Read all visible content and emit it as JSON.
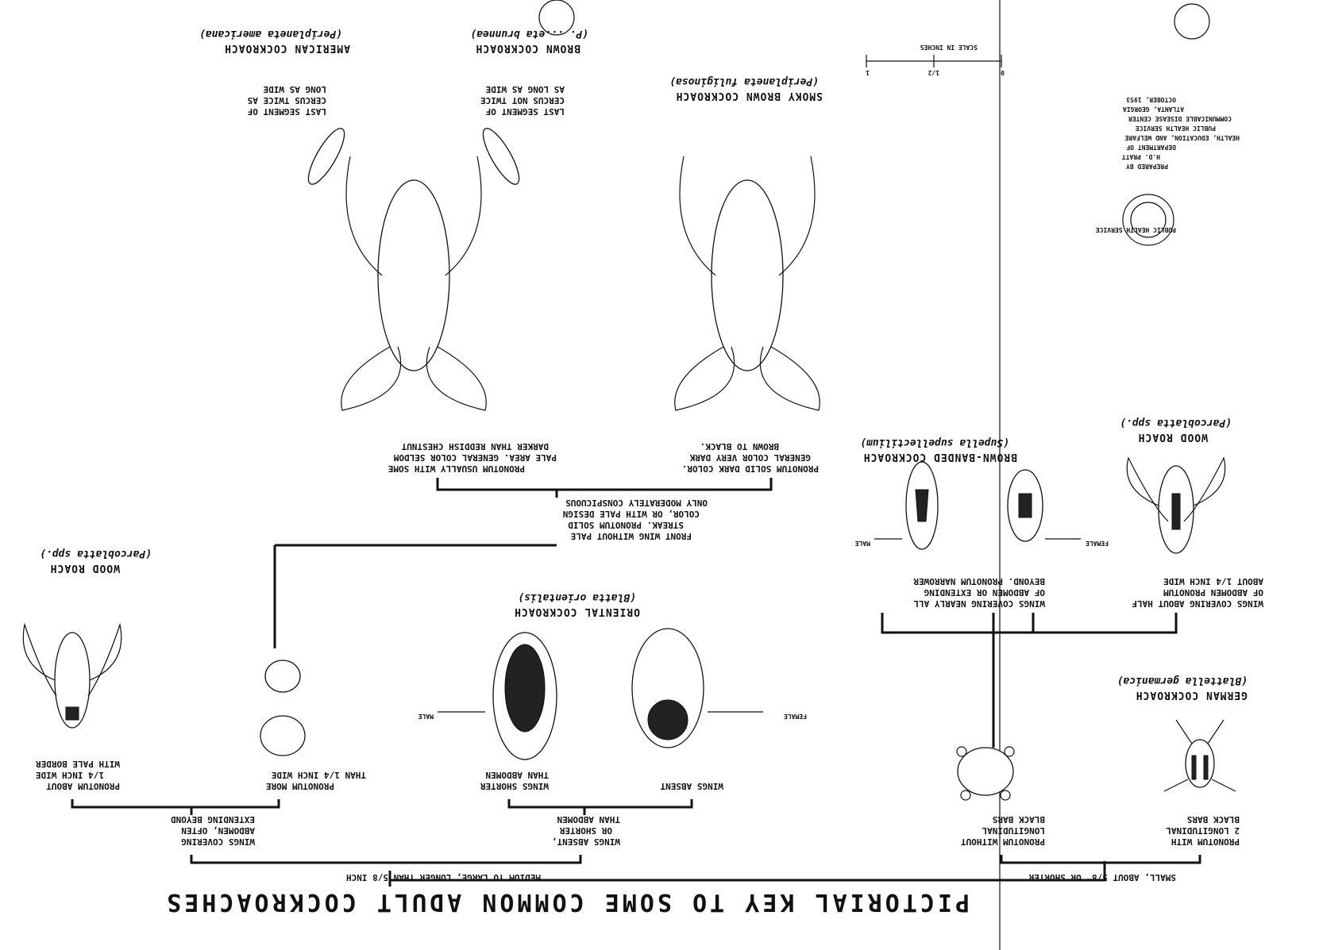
{
  "title": "PICTORIAL KEY TO SOME COMMON ADULT COCKROACHES",
  "prepared": [
    "PREPARED BY",
    "H.D. PRATT",
    "DEPARTMENT OF",
    "HEALTH, EDUCATION, AND WELFARE",
    "PUBLIC HEALTH SERVICE",
    "COMMUNICABLE DISEASE CENTER",
    "ATLANTA, GEORGIA",
    "OCTOBER, 1953"
  ],
  "scale": {
    "label": "SCALE IN INCHES",
    "zero": "0",
    "half": "1/2",
    "one": "1"
  },
  "seal_text": "PUBLIC HEALTH SERVICE",
  "branches": {
    "small": "SMALL, ABOUT 5/8\" OR SHORTER",
    "medium": "MEDIUM TO LARGE, LONGER THAN 5/8 INCH"
  },
  "couplets": {
    "german_key": [
      "PRONOTUM WITH",
      "2 LONGITUDINAL",
      "BLACK BARS"
    ],
    "nobars_key": [
      "PRONOTUM WITHOUT",
      "LONGITUDINAL",
      "BLACK BARS"
    ],
    "woodsmall_key": [
      "WINGS COVERING ABOUT HALF",
      "OF ABDOMEN PRONOTUM",
      "ABOUT 1/4 INCH WIDE"
    ],
    "brownbanded_key": [
      "WINGS COVERING NEARLY ALL",
      "OF ABDOMEN OR EXTENDING",
      "BEYOND. PRONOTUM NARROWER"
    ],
    "short_key": [
      "WINGS ABSENT,",
      "OR SHORTER",
      "THAN ABDOMEN"
    ],
    "long_key": [
      "WINGS COVERING",
      "ABDOMEN, OFTEN",
      "EXTENDING BEYOND"
    ],
    "absent_key": [
      "WINGS ABSENT"
    ],
    "shorter_key": [
      "WINGS SHORTER",
      "THAN ABDOMEN"
    ],
    "wide_key": [
      "PRONOTUM MORE",
      "THAN 1/4 INCH WIDE"
    ],
    "border_key": [
      "PRONOTUM ABOUT",
      "1/4 INCH WIDE",
      "WITH PALE BORDER"
    ],
    "front_key": [
      "FRONT WING WITHOUT PALE",
      "STREAK. PRONOTUM SOLID",
      "COLOR, OR WITH PALE DESIGN",
      "ONLY MODERATELY CONSPICUOUS"
    ],
    "solid_key": [
      "PRONOTUM SOLID DARK COLOR.",
      "GENERAL COLOR VERY DARK",
      "BROWN TO BLACK."
    ],
    "pale_key": [
      "PRONOTUM USUALLY WITH SOME",
      "PALE AREA. GENERAL COLOR SELDOM",
      "DARKER THAN REDDISH CHESTNUT"
    ],
    "brown_cercus": [
      "LAST SEGMENT OF",
      "CERCUS NOT TWICE",
      "AS LONG AS WIDE"
    ],
    "american_cercus": [
      "LAST SEGMENT OF",
      "CERCUS TWICE AS",
      "LONG AS WIDE"
    ]
  },
  "species": {
    "german": {
      "name": "GERMAN COCKROACH",
      "sci": "(Blattella germanica)"
    },
    "wood1": {
      "name": "WOOD ROACH",
      "sci": "(Parcoblatta spp.)"
    },
    "brownbanded": {
      "name": "BROWN-BANDED COCKROACH",
      "sci": "(Supella supellectilium)"
    },
    "oriental": {
      "name": "ORIENTAL COCKROACH",
      "sci": "(Blatta orientalis)"
    },
    "wood2": {
      "name": "WOOD ROACH",
      "sci": "(Parcoblatta spp.)"
    },
    "smoky": {
      "name": "SMOKY BROWN COCKROACH",
      "sci": "(Periplaneta fuliginosa)"
    },
    "brown": {
      "name": "BROWN COCKROACH",
      "sci": "(P. ...eta brunnea)"
    },
    "american": {
      "name": "AMERICAN COCKROACH",
      "sci": "(Periplaneta americana)"
    }
  },
  "sex": {
    "male": "MALE",
    "female": "FEMALE"
  }
}
